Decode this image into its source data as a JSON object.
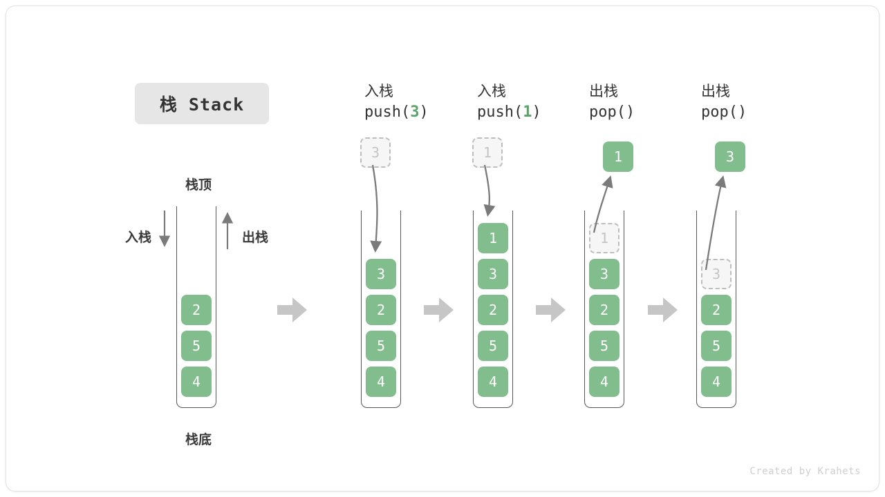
{
  "card": {
    "title_badge": "栈 Stack",
    "credit": "Created by Krahets"
  },
  "legend": {
    "top_label": "栈顶",
    "bottom_label": "栈底",
    "push_label": "入栈",
    "pop_label": "出栈"
  },
  "colors": {
    "cell_green": "#82bd8e",
    "cell_text": "#ffffff",
    "ghost_fill": "#f6f6f6",
    "ghost_border": "#bdbdbd",
    "ghost_text": "#c4c4c4",
    "accent_green": "#5aa469",
    "arrow_gray": "#7a7a7a",
    "block_arrow_gray": "#c6c6c6",
    "container_stroke": "#555555",
    "badge_bg": "#e6e6e6"
  },
  "columns": [
    {
      "id": "initial",
      "head_cn": "",
      "head_code": "",
      "floating_cell": null,
      "stack_cells": [
        "2",
        "5",
        "4"
      ],
      "ghost_index": null
    },
    {
      "id": "push-3",
      "head_cn": "入栈",
      "head_code_prefix": "push(",
      "head_code_arg": "3",
      "head_code_suffix": ")",
      "pre_cell": "3",
      "pre_cell_style": "ghost",
      "stack_cells": [
        "3",
        "2",
        "5",
        "4"
      ],
      "arrow_direction": "down"
    },
    {
      "id": "push-1",
      "head_cn": "入栈",
      "head_code_prefix": "push(",
      "head_code_arg": "1",
      "head_code_suffix": ")",
      "pre_cell": "1",
      "pre_cell_style": "ghost",
      "stack_cells": [
        "1",
        "3",
        "2",
        "5",
        "4"
      ],
      "arrow_direction": "down"
    },
    {
      "id": "pop-1",
      "head_cn": "出栈",
      "head_code_prefix": "pop(",
      "head_code_arg": "",
      "head_code_suffix": ")",
      "pre_cell": "1",
      "pre_cell_style": "filled",
      "stack_cells": [
        "1",
        "3",
        "2",
        "5",
        "4"
      ],
      "ghost_index": 0,
      "arrow_direction": "up"
    },
    {
      "id": "pop-3",
      "head_cn": "出栈",
      "head_code_prefix": "pop(",
      "head_code_arg": "",
      "head_code_suffix": ")",
      "pre_cell": "3",
      "pre_cell_style": "filled",
      "stack_cells": [
        "3",
        "2",
        "5",
        "4"
      ],
      "ghost_index": 0,
      "arrow_direction": "up"
    }
  ]
}
